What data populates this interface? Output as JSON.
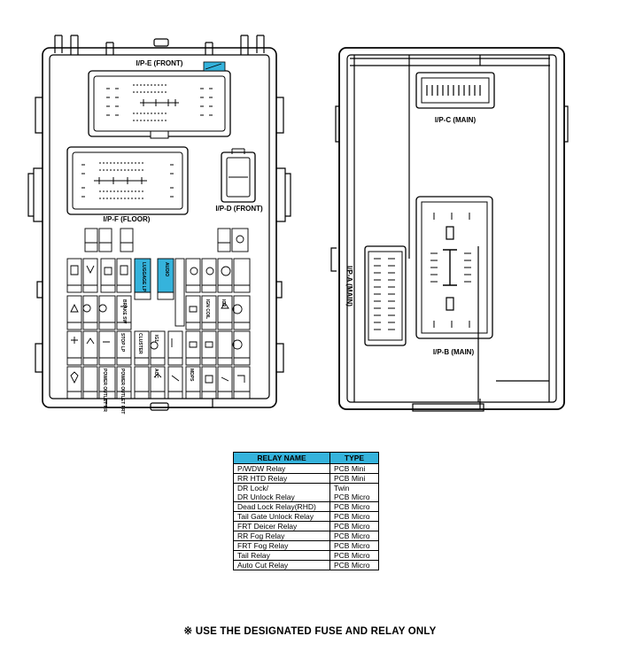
{
  "left_box": {
    "connectors": {
      "ipe": "I/P-E (FRONT)",
      "ipf": "I/P-F (FLOOR)",
      "ipd": "I/P-D (FRONT)"
    },
    "fuse_labels": {
      "luggage_lp": "LUGGAGE LP",
      "audio": "AUDIO",
      "brake_sw": "BRAKE SW",
      "ign_coil": "IGN COIL",
      "ig2": "IG2",
      "cluster": "CLUSTER",
      "stop_lp": "STOP LP",
      "ig1": "IG1",
      "mdps": "MDPS",
      "acc": "ACC",
      "power_outlet_frt": "POWER OUTLET FRT",
      "power_outlet_rr": "POWER OUTLET RR"
    }
  },
  "right_box": {
    "connectors": {
      "ipc": "I/P-C (MAIN)",
      "ipa": "I/P-A (MAIN)",
      "ipb": "I/P-B (MAIN)"
    }
  },
  "relay_table": {
    "headers": [
      "RELAY NAME",
      "TYPE"
    ],
    "rows": [
      {
        "name": "P/WDW Relay",
        "type": "PCB Mini"
      },
      {
        "name": "RR HTD Relay",
        "type": "PCB Mini"
      },
      {
        "name": "DR Lock/",
        "type": "Twin"
      },
      {
        "name": "DR Unlock Relay",
        "type": "PCB Micro"
      },
      {
        "name": "Dead Lock Relay(RHD)",
        "type": "PCB Micro"
      },
      {
        "name": "Tail Gate Unlock Relay",
        "type": "PCB Micro"
      },
      {
        "name": "FRT Deicer Relay",
        "type": "PCB Micro"
      },
      {
        "name": "RR Fog Relay",
        "type": "PCB Micro"
      },
      {
        "name": "FRT Fog Relay",
        "type": "PCB Micro"
      },
      {
        "name": "Tail Relay",
        "type": "PCB Micro"
      },
      {
        "name": "Auto Cut Relay",
        "type": "PCB Micro"
      }
    ]
  },
  "footer_note": "※ USE THE DESIGNATED FUSE AND RELAY ONLY",
  "colors": {
    "accent_blue": "#35b3dc",
    "line": "#000000",
    "background": "#ffffff"
  }
}
